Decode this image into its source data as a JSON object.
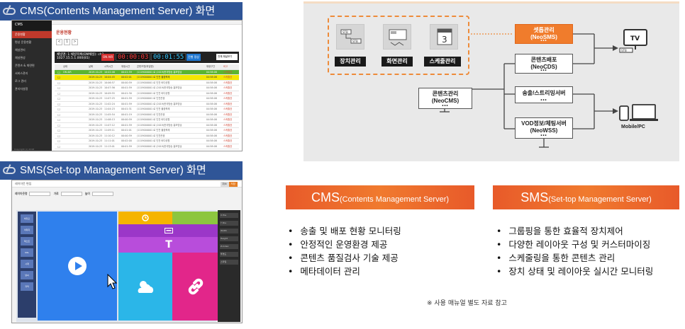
{
  "cms_screenshot": {
    "title": "CMS(Contents Management Server) 화면",
    "sidebar": {
      "logo": "CMS",
      "items": [
        "운용현황",
        "편성 운용현황",
        "채널관리",
        "채널편성",
        "콘텐츠 & 화면편",
        "서비스관리",
        "로그 관리",
        "관리자설정"
      ],
      "footer": "Copyright (c) 2018"
    },
    "page_heading": "운용현황",
    "pager": [
      "<",
      "1",
      ">"
    ],
    "status_bar": {
      "channel_label": "채널명: 1 채널목록(OM채널): ch1",
      "sub_label": "1027.15.5.1.000(81)",
      "onair_badge": "ON AIR",
      "timer_elapsed": "00:00:03",
      "timer_remaining": "00:01:55",
      "timer_badge": "진행 정상",
      "select_label": "전체 채널보기"
    },
    "table": {
      "headers": [
        "",
        "상태",
        "날짜",
        "시작시간",
        "재생시간",
        "콘텐츠명(파일명)",
        "재생구간",
        "비고"
      ],
      "rows": [
        {
          "status": "g",
          "cells": [
            "",
            "ON AIR",
            "2019-10-23",
            "10:02:46",
            "00:01:59",
            "/1119000001 로 (2019)한국방송 홍보영상",
            "04:58:08",
            "스케줄표"
          ]
        },
        {
          "status": "y",
          "cells": [
            "",
            "",
            "2019-10-23",
            "10:04:45",
            "00:02:01",
            "/1119000001 로 인천 불꽃축제",
            "04:58:08",
            "스케줄표"
          ]
        },
        {
          "status": "",
          "cells": [
            "",
            "",
            "2019-10-23",
            "10:06:57",
            "00:00:59",
            "/1119000001 로 인천 바다공원",
            "04:58:08",
            "스케줄표"
          ]
        },
        {
          "status": "",
          "cells": [
            "",
            "",
            "2019-10-23",
            "10:07:56",
            "00:01:59",
            "/1119000001 로 (2019)한국방송 홍보영상",
            "04:58:08",
            "스케줄표"
          ]
        },
        {
          "status": "",
          "cells": [
            "",
            "",
            "2019-10-23",
            "10:09:55",
            "00:01:30",
            "/1119000001 로 인천 바다공원",
            "04:58:08",
            "스케줄표"
          ]
        },
        {
          "status": "",
          "cells": [
            "",
            "",
            "2019-10-23",
            "11:07:25",
            "00:01:59",
            "/1119000001 로 인천관광",
            "04:58:08",
            "스케줄표"
          ]
        },
        {
          "status": "",
          "cells": [
            "",
            "",
            "2019-10-23",
            "11:02:24",
            "00:01:59",
            "/1119000001 로 (2019)한국방송 홍보영상",
            "04:58:08",
            "스케줄표"
          ]
        },
        {
          "status": "",
          "cells": [
            "",
            "",
            "2019-10-23",
            "11:04:23",
            "00:01:31",
            "/1119000001 로 인천 불꽃축제",
            "04:58:08",
            "스케줄표"
          ]
        },
        {
          "status": "",
          "cells": [
            "",
            "",
            "2019-10-23",
            "11:05:54",
            "00:01:19",
            "/1119000001 로 인천관광",
            "04:58:08",
            "스케줄표"
          ]
        },
        {
          "status": "",
          "cells": [
            "",
            "",
            "2019-10-23",
            "11:08:13",
            "00:00:59",
            "/1119000001 로 인천 바다공원",
            "04:58:08",
            "스케줄표"
          ]
        },
        {
          "status": "",
          "cells": [
            "",
            "",
            "2019-10-23",
            "11:07:12",
            "00:01:59",
            "/1119000001 로 (2019)한국방송 홍보영상",
            "04:58:08",
            "스케줄표"
          ]
        },
        {
          "status": "",
          "cells": [
            "",
            "",
            "2019-10-23",
            "11:09:11",
            "00:01:01",
            "/1119000001 로 인천 불꽃축제",
            "04:58:08",
            "스케줄표"
          ]
        },
        {
          "status": "",
          "cells": [
            "",
            "",
            "2019-10-23",
            "11:10:12",
            "00:00:59",
            "/1119000001 로 인천관광",
            "04:58:08",
            "스케줄표"
          ]
        },
        {
          "status": "",
          "cells": [
            "",
            "",
            "2019-10-23",
            "11:11:01",
            "00:02:00",
            "/1119000001 로 인천 바다공원",
            "04:58:08",
            "스케줄표"
          ]
        },
        {
          "status": "",
          "cells": [
            "",
            "",
            "2019-10-23",
            "11:13:01",
            "00:01:59",
            "/1119000001 로 (2019)한국방송 홍보영상",
            "04:58:08",
            "스케줄표"
          ]
        }
      ]
    }
  },
  "sms_screenshot": {
    "title": "SMS(Set-top Management Server) 화면",
    "top_label": "레이아웃 편집",
    "buttons": {
      "cancel": "취소",
      "save": "저장"
    },
    "form": {
      "name_label": "레이아웃명",
      "width_label": "가로",
      "height_label": "높이"
    },
    "tools": [
      "비디오",
      "이미지",
      "텍스트",
      "URL",
      "시계",
      "날씨",
      "자막"
    ],
    "zones": [
      {
        "icon": "play-icon",
        "color": "#2f80ed"
      },
      {
        "icon": "clock-icon",
        "color": "#f5b400"
      },
      {
        "icon": "",
        "color": "#8cc63f"
      },
      {
        "icon": "caption-icon",
        "color": "#9b37c8"
      },
      {
        "icon": "text-icon",
        "color": "#b84ddb"
      },
      {
        "icon": "weather-icon",
        "color": "#2bb6e8"
      },
      {
        "icon": "link-icon",
        "color": "#e2268a"
      }
    ],
    "props": [
      "X Pos",
      "Y Pos",
      "Width",
      "Height",
      "Z-Index",
      "투명도",
      "스타일"
    ]
  },
  "diagram": {
    "group_items": [
      {
        "label": "장치관리",
        "icon": "stb-devices-icon"
      },
      {
        "label": "화면관리",
        "icon": "screen-layout-icon"
      },
      {
        "label": "스케줄관리",
        "icon": "calendar-icon",
        "glyph": "3"
      }
    ],
    "central": {
      "line1": "콘텐츠관리",
      "line2": "(NeoCMS)"
    },
    "nodes": [
      {
        "line1": "셋톱관리",
        "line2": "(NeoSMS)",
        "accent": true
      },
      {
        "line1": "콘텐츠배포",
        "line2": "(NeoCDS)"
      },
      {
        "line1": "송출/스트리밍서버",
        "line2": ""
      },
      {
        "line1": "VOD정보/체팅서버",
        "line2": "(NeoWSS)"
      }
    ],
    "tv_label": "TV",
    "stb_label": "STB",
    "mobile_label": "Mobile/PC"
  },
  "cms_panel": {
    "title_big": "CMS",
    "title_small": "(Contents Management Server)",
    "bullets": [
      "송출 및 배포 현황 모니터링",
      "안정적인 운영환경 제공",
      "콘텐츠 품질검사 기술 제공",
      "메타데이터 관리"
    ]
  },
  "sms_panel": {
    "title_big": "SMS",
    "title_small": "(Set-top Management Server)",
    "bullets": [
      "그룹핑을 통한 효율적 장치제어",
      "다양한 레이아웃 구성 및 커스터마이징",
      "스케줄링을 통한 콘텐츠 관리",
      "장치 상태 및 레이아웃 실시간 모니터링"
    ]
  },
  "footnote": "※ 사용 매뉴얼 별도 자료 참고"
}
